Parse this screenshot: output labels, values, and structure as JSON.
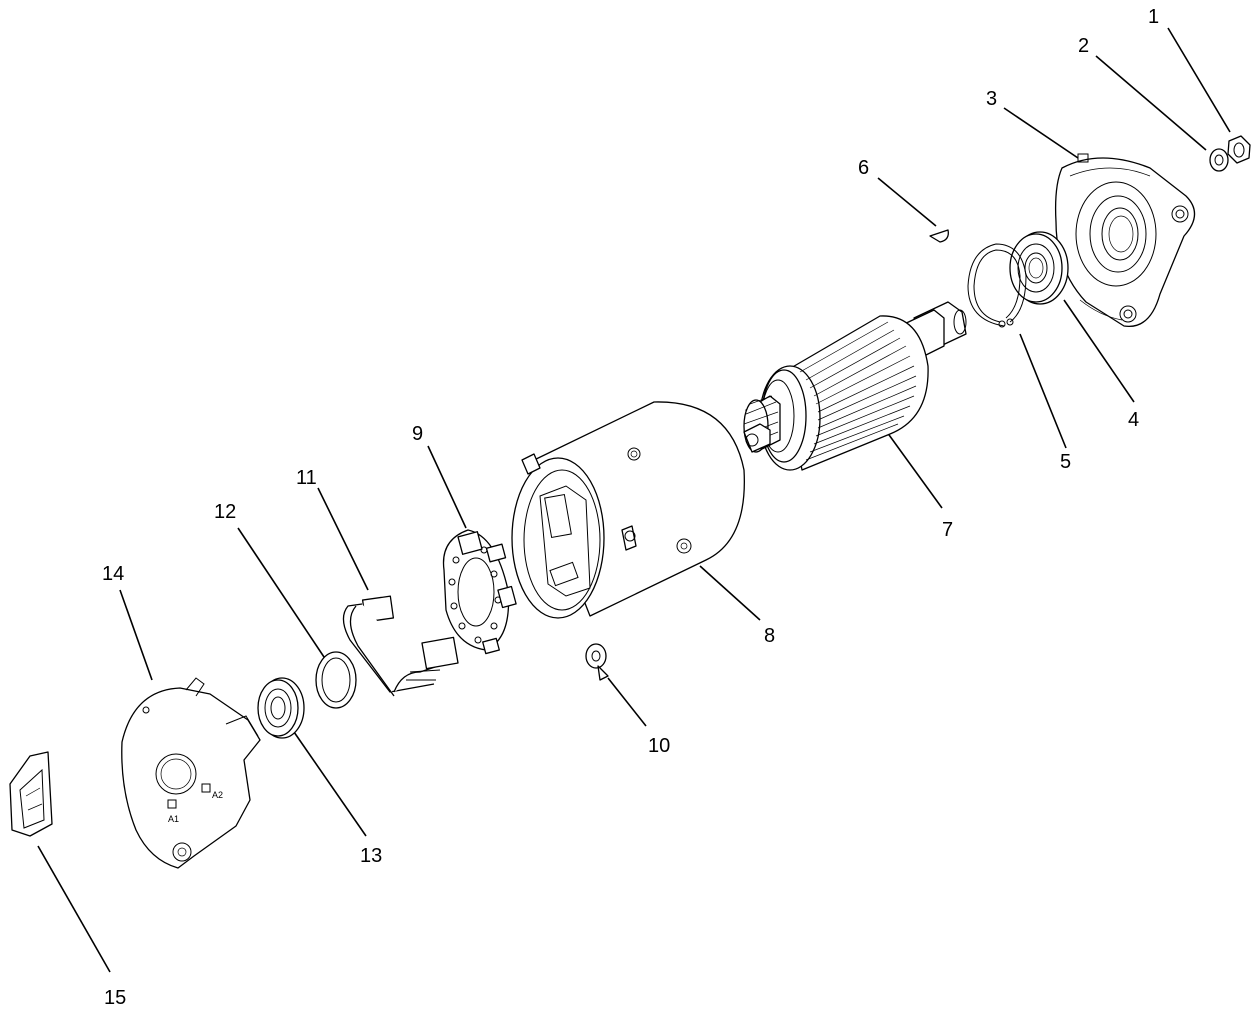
{
  "callouts": [
    {
      "id": "1",
      "label": "1"
    },
    {
      "id": "2",
      "label": "2"
    },
    {
      "id": "3",
      "label": "3"
    },
    {
      "id": "4",
      "label": "4"
    },
    {
      "id": "5",
      "label": "5"
    },
    {
      "id": "6",
      "label": "6"
    },
    {
      "id": "7",
      "label": "7"
    },
    {
      "id": "8",
      "label": "8"
    },
    {
      "id": "9",
      "label": "9"
    },
    {
      "id": "10",
      "label": "10"
    },
    {
      "id": "11",
      "label": "11"
    },
    {
      "id": "12",
      "label": "12"
    },
    {
      "id": "13",
      "label": "13"
    },
    {
      "id": "14",
      "label": "14"
    },
    {
      "id": "15",
      "label": "15"
    }
  ],
  "terminal_marks": {
    "a1": "A1",
    "a2": "A2"
  }
}
